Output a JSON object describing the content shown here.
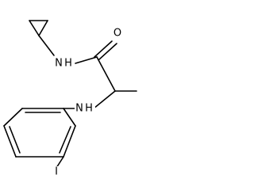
{
  "molecule": {
    "atoms": {
      "oxygen": "O",
      "amide_nitrogen": "N",
      "amide_hydrogen": "H",
      "amine_nitrogen": "N",
      "amine_hydrogen": "H",
      "iodine": "I"
    }
  }
}
